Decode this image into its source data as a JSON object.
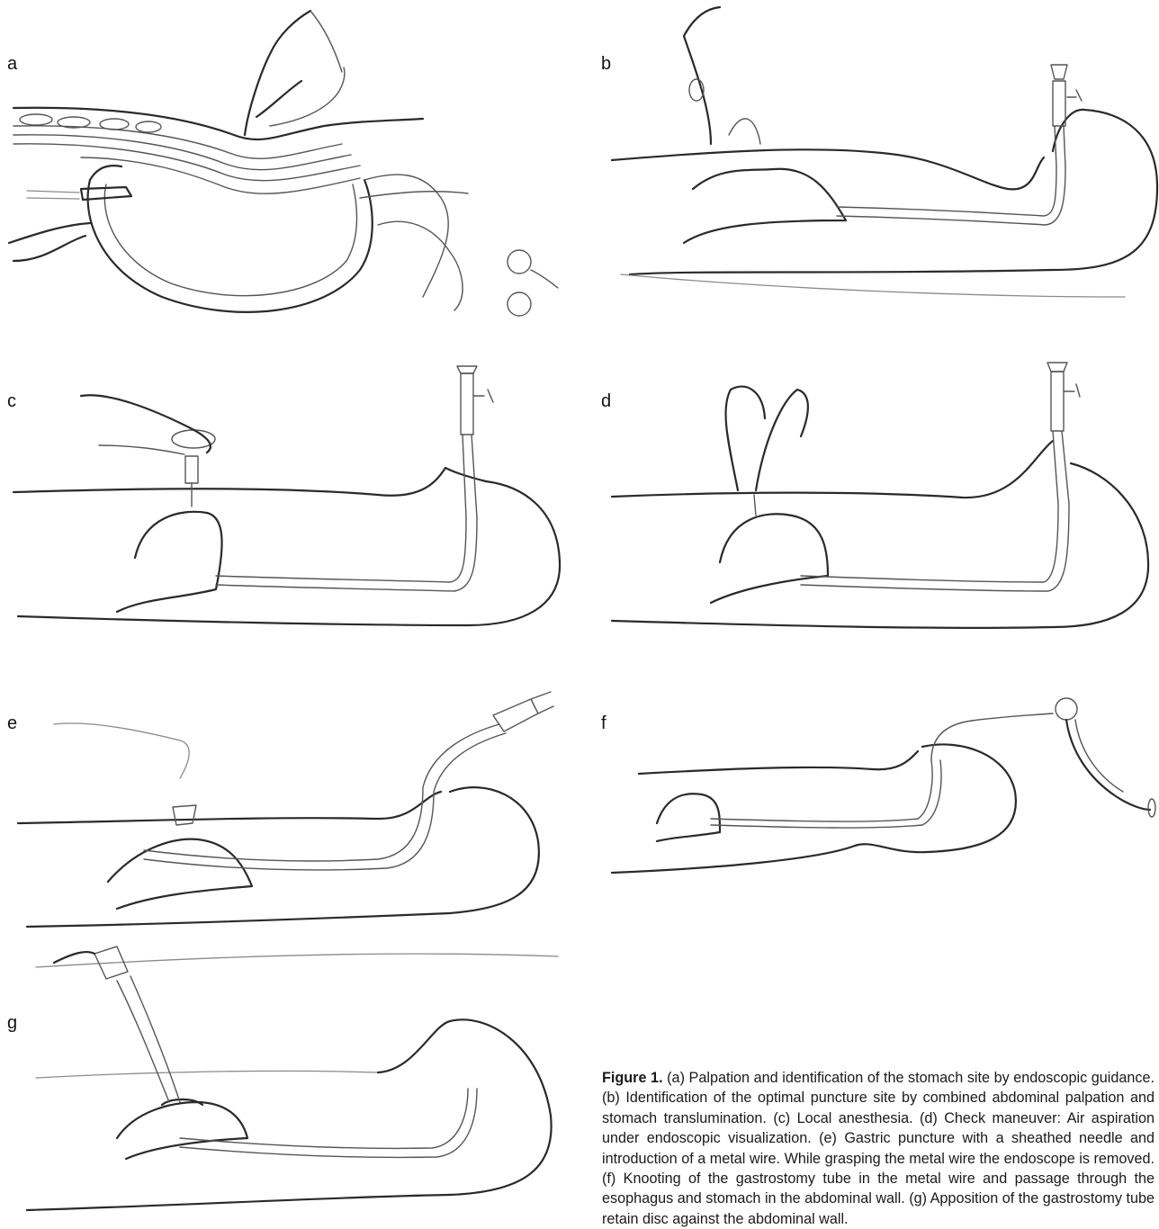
{
  "panels": {
    "a": {
      "letter": "a"
    },
    "b": {
      "letter": "b"
    },
    "c": {
      "letter": "c"
    },
    "d": {
      "letter": "d"
    },
    "e": {
      "letter": "e"
    },
    "f": {
      "letter": "f"
    },
    "g": {
      "letter": "g"
    }
  },
  "caption": {
    "label": "Figure 1.",
    "text": "(a) Palpation and identification of the stomach site by endoscopic guidance. (b) Identification of the optimal puncture site by combined abdominal palpation and stomach translumination. (c) Local anesthesia. (d) Check maneuver: Air aspiration under endoscopic visualization. (e) Gastric puncture with a sheathed needle and introduction of a metal wire. While grasping the metal wire the endoscope is removed. (f) Knooting of the gastrostomy tube in the metal wire and passage through the esophagus and stomach in the abdominal wall. (g) Apposition of the gastrostomy tube retain disc against the abdominal wall."
  }
}
